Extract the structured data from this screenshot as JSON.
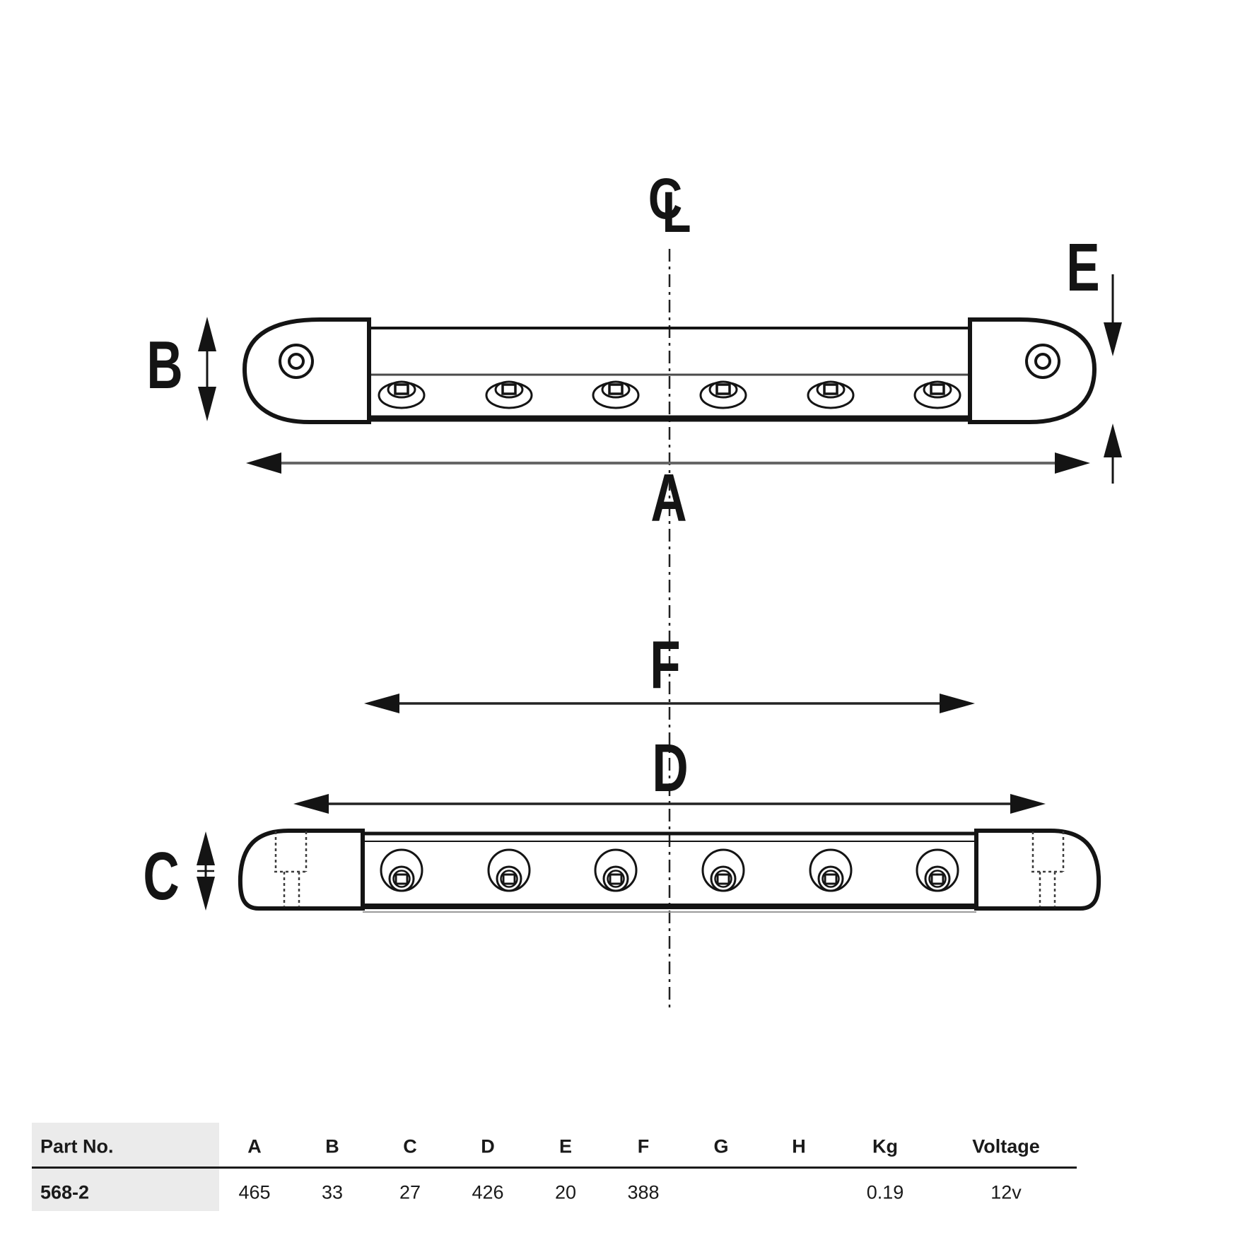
{
  "drawing": {
    "centerline_symbol": {
      "c": "C",
      "l": "L"
    },
    "dim_labels": {
      "a": "A",
      "b": "B",
      "c": "C",
      "d": "D",
      "e": "E",
      "f": "F"
    },
    "led_count_per_view": 6,
    "colors": {
      "line": "#141414",
      "dim_line": "#666666",
      "table_header_bg": "#ebebeb"
    }
  },
  "table": {
    "headers": {
      "part": "Part No.",
      "a": "A",
      "b": "B",
      "c": "C",
      "d": "D",
      "e": "E",
      "f": "F",
      "g": "G",
      "h": "H",
      "kg": "Kg",
      "voltage": "Voltage"
    },
    "row": {
      "part": "568-2",
      "a": "465",
      "b": "33",
      "c": "27",
      "d": "426",
      "e": "20",
      "f": "388",
      "g": "",
      "h": "",
      "kg": "0.19",
      "voltage": "12v"
    }
  }
}
